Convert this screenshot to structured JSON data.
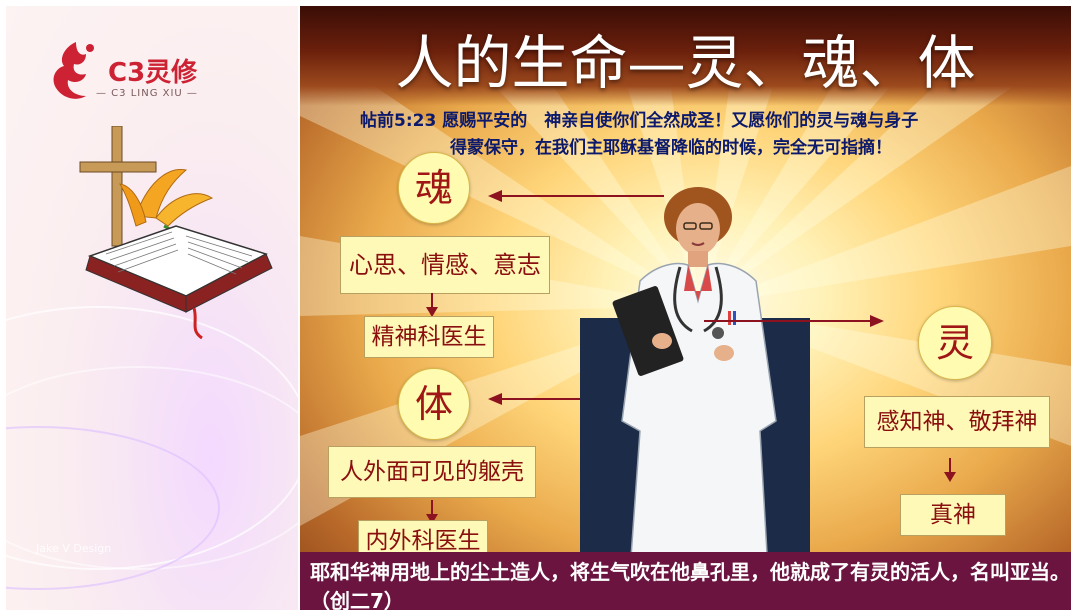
{
  "sidebar": {
    "logo_text": "C3灵修",
    "logo_sub": "— C3 LING XIU —",
    "watermark": "Jake V Design"
  },
  "slide": {
    "title": "人的生命—灵、魂、体",
    "verse_line1": "帖前5:23 愿赐平安的　神亲自使你们全然成圣！又愿你们的灵与魂与身子",
    "verse_line2": "得蒙保守，在我们主耶稣基督降临的时候，完全无可指摘！",
    "soul": {
      "label": "魂",
      "desc": "心思、情感、意志",
      "doctor": "精神科医生"
    },
    "body": {
      "label": "体",
      "desc": "人外面可见的躯壳",
      "doctor": "内外科医生"
    },
    "spirit": {
      "label": "灵",
      "desc": "感知神、敬拜神",
      "target": "真神"
    },
    "bottom_text": "耶和华神用地上的尘土造人，将生气吹在他鼻孔里，他就成了有灵的活人，名叫亚当。（创二7）"
  },
  "colors": {
    "title_bg": "#4a140a",
    "verse_text": "#0d1a6b",
    "box_bg": "#fff9b8",
    "accent_red": "#8c1220",
    "bottom_bg": "#6b1440"
  }
}
